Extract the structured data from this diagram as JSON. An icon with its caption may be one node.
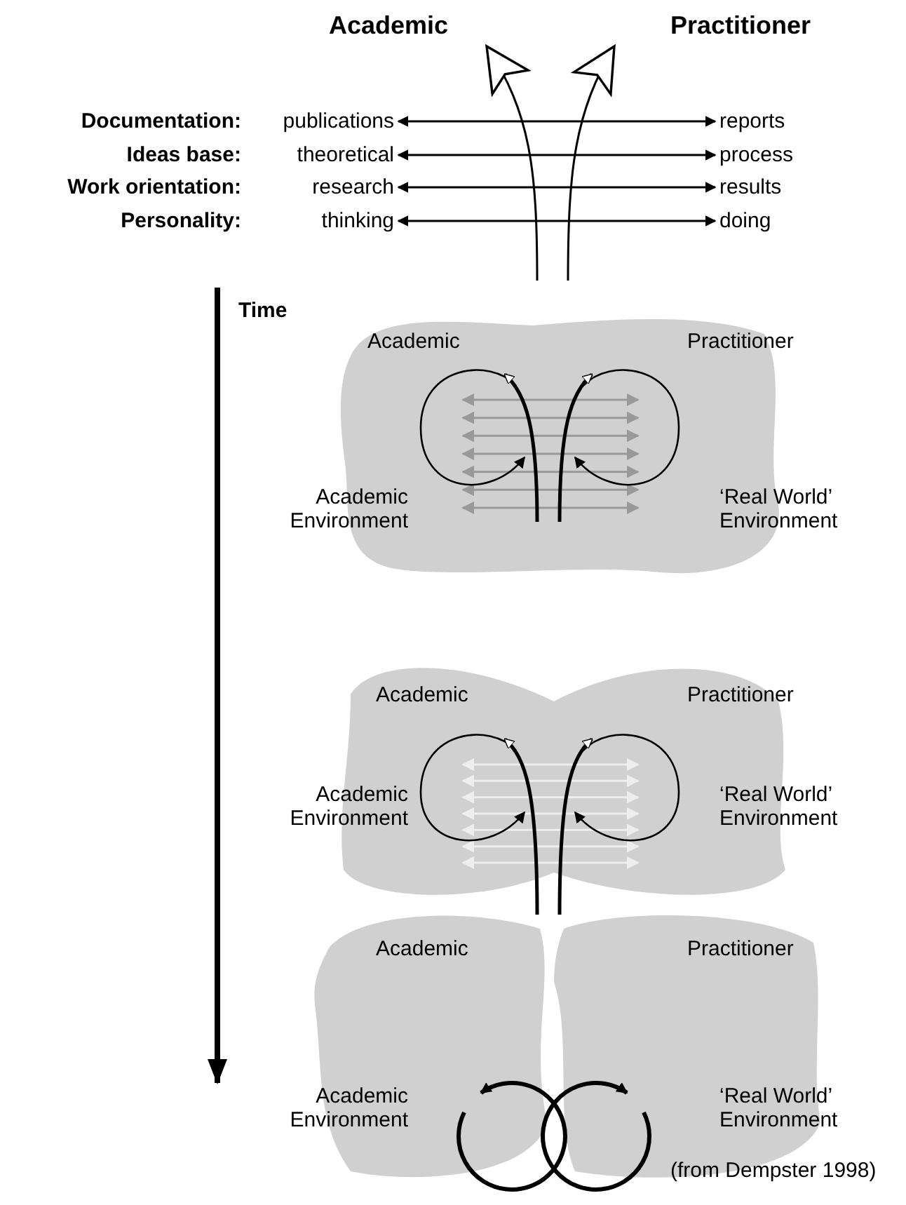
{
  "diagram": {
    "caption": "(from Dempster 1998)",
    "nodes": [
      {
        "text": [
          "Academic"
        ]
      },
      {
        "text": [
          "Practitioner"
        ]
      },
      {
        "text": [
          "publications"
        ]
      },
      {
        "text": [
          "reports"
        ]
      },
      {
        "text": [
          "theoretical"
        ]
      },
      {
        "text": [
          "process"
        ]
      },
      {
        "text": [
          "research"
        ]
      },
      {
        "text": [
          "results"
        ]
      },
      {
        "text": [
          "thinking"
        ]
      },
      {
        "text": [
          "doing"
        ]
      }
    ],
    "edges": [
      {
        "from": null,
        "to": 0,
        "arrow": "to"
      },
      {
        "from": null,
        "to": 1,
        "arrow": "to"
      },
      {
        "from": 2,
        "to": 3,
        "arrow": "both"
      },
      {
        "from": 4,
        "to": 5,
        "arrow": "both"
      },
      {
        "from": 6,
        "to": 7,
        "arrow": "both"
      },
      {
        "from": 8,
        "to": 9,
        "arrow": "both"
      }
    ],
    "labels": [
      "Documentation:",
      "Ideas base:",
      "Work orientation:",
      "Personality:",
      "Time",
      "Academic",
      "Practitioner",
      "Academic Environment",
      "‘Real World’ Environment",
      "Academic",
      "Practitioner",
      "Academic Environment",
      "‘Real World’ Environment",
      "Academic",
      "Practitioner",
      "Academic Environment",
      "‘Real World’ Environment"
    ]
  }
}
